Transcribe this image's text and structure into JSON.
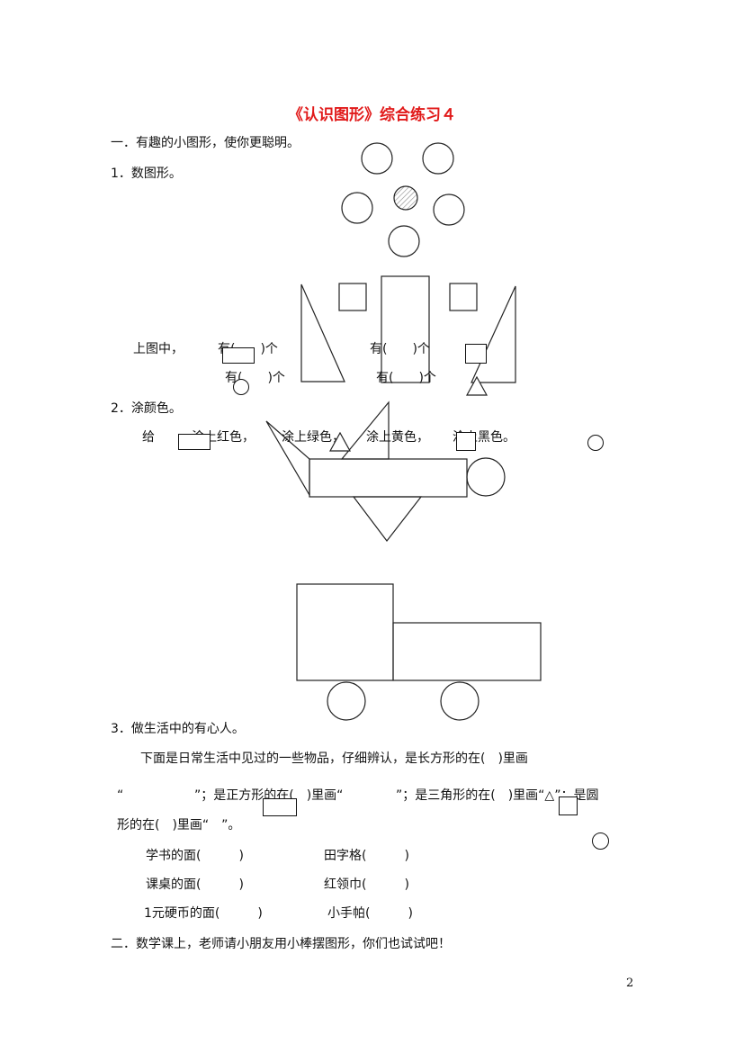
{
  "title": "《认识图形》综合练习４",
  "section1": {
    "heading": "一．有趣的小图形，使你更聪明。",
    "q1": {
      "label": "1．数图形。",
      "row1_prefix": "上图中，",
      "row1_a": "有(　　)个",
      "row1_b": "有(　　)个",
      "row2_a": "有(　　)个",
      "row2_b": "有(　　)个"
    },
    "q2": {
      "label": "2．涂颜色。",
      "give": "给",
      "red": "涂上红色，",
      "green": "涂上绿色，",
      "yellow": "涂上黄色，",
      "black": "涂上黑色。"
    },
    "q3": {
      "label": "3．做生活中的有心人。",
      "intro": "下面是日常生活中见过的一些物品，仔细辨认，是长方形的在(　)里画",
      "line2_a": "“",
      "line2_b": "”；是正方形的在(　)里画“",
      "line2_c": "”；是三角形的在(　)里画“△”；是圆",
      "line3": "形的在(　)里画“　”。",
      "items": [
        "学书的面(　　　)",
        "田字格(　　　)",
        "课桌的面(　　　)",
        "红领巾(　　　)",
        "1元硬币的面(　　　)",
        "小手帕(　　　)"
      ]
    }
  },
  "section2": {
    "heading": "二．数学课上，老师请小朋友用小棒摆图形，你们也试试吧！"
  },
  "page_number": "2",
  "colors": {
    "title": "#e11a1a",
    "hatch": "#888888"
  }
}
